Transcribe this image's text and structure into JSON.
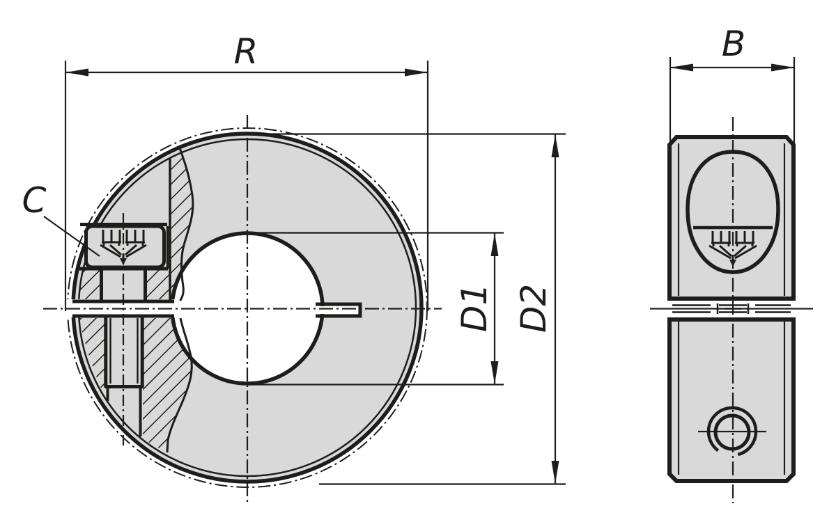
{
  "drawing": {
    "labels": {
      "r": "R",
      "b": "B",
      "c": "C",
      "d1": "D1",
      "d2": "D2"
    },
    "colors": {
      "line": "#1d1d1b",
      "material_fill": "#d9d9d9",
      "background": "#ffffff"
    }
  }
}
